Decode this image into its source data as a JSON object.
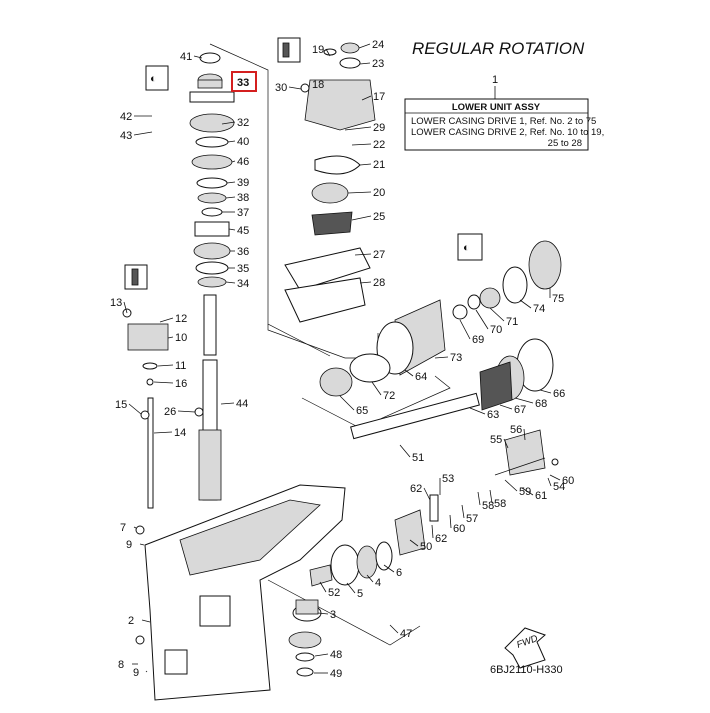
{
  "diagram": {
    "title": "REGULAR ROTATION",
    "assembly_ref": "1",
    "table": {
      "header": "LOWER UNIT ASSY",
      "rows": [
        "LOWER CASING DRIVE 1,  Ref. No. 2 to 75",
        "LOWER CASING DRIVE 2,  Ref. No. 10 to 19,",
        "25 to 28"
      ]
    },
    "fwd_label": "FWD",
    "drawing_code": "6BJ2110-H330",
    "highlighted_part": "33",
    "highlight_color": "#d41f1f",
    "part_labels": [
      {
        "id": "41",
        "text": "41"
      },
      {
        "id": "33",
        "text": "33"
      },
      {
        "id": "42",
        "text": "42"
      },
      {
        "id": "43",
        "text": "43"
      },
      {
        "id": "32",
        "text": "32"
      },
      {
        "id": "40",
        "text": "40"
      },
      {
        "id": "46",
        "text": "46"
      },
      {
        "id": "39",
        "text": "39"
      },
      {
        "id": "38",
        "text": "38"
      },
      {
        "id": "37",
        "text": "37"
      },
      {
        "id": "45",
        "text": "45"
      },
      {
        "id": "36",
        "text": "36"
      },
      {
        "id": "35",
        "text": "35"
      },
      {
        "id": "34",
        "text": "34"
      },
      {
        "id": "13",
        "text": "13"
      },
      {
        "id": "12",
        "text": "12"
      },
      {
        "id": "10",
        "text": "10"
      },
      {
        "id": "11",
        "text": "11"
      },
      {
        "id": "16",
        "text": "16"
      },
      {
        "id": "15",
        "text": "15"
      },
      {
        "id": "26",
        "text": "26"
      },
      {
        "id": "44",
        "text": "44"
      },
      {
        "id": "14",
        "text": "14"
      },
      {
        "id": "7",
        "text": "7"
      },
      {
        "id": "9a",
        "text": "9"
      },
      {
        "id": "2",
        "text": "2"
      },
      {
        "id": "8",
        "text": "8"
      },
      {
        "id": "9b",
        "text": "9"
      },
      {
        "id": "19",
        "text": "19"
      },
      {
        "id": "24",
        "text": "24"
      },
      {
        "id": "18",
        "text": "18"
      },
      {
        "id": "23",
        "text": "23"
      },
      {
        "id": "30",
        "text": "30"
      },
      {
        "id": "17",
        "text": "17"
      },
      {
        "id": "29",
        "text": "29"
      },
      {
        "id": "22",
        "text": "22"
      },
      {
        "id": "21",
        "text": "21"
      },
      {
        "id": "20",
        "text": "20"
      },
      {
        "id": "25",
        "text": "25"
      },
      {
        "id": "27",
        "text": "27"
      },
      {
        "id": "28",
        "text": "28"
      },
      {
        "id": "75",
        "text": "75"
      },
      {
        "id": "74",
        "text": "74"
      },
      {
        "id": "71",
        "text": "71"
      },
      {
        "id": "70",
        "text": "70"
      },
      {
        "id": "69",
        "text": "69"
      },
      {
        "id": "73",
        "text": "73"
      },
      {
        "id": "64",
        "text": "64"
      },
      {
        "id": "72",
        "text": "72"
      },
      {
        "id": "65",
        "text": "65"
      },
      {
        "id": "66",
        "text": "66"
      },
      {
        "id": "68",
        "text": "68"
      },
      {
        "id": "67",
        "text": "67"
      },
      {
        "id": "63",
        "text": "63"
      },
      {
        "id": "51",
        "text": "51"
      },
      {
        "id": "56",
        "text": "56"
      },
      {
        "id": "55",
        "text": "55"
      },
      {
        "id": "60",
        "text": "60"
      },
      {
        "id": "54",
        "text": "54"
      },
      {
        "id": "59",
        "text": "59"
      },
      {
        "id": "61",
        "text": "61"
      },
      {
        "id": "53",
        "text": "53"
      },
      {
        "id": "62a",
        "text": "62"
      },
      {
        "id": "58a",
        "text": "58"
      },
      {
        "id": "58b",
        "text": "58"
      },
      {
        "id": "57",
        "text": "57"
      },
      {
        "id": "60b",
        "text": "60"
      },
      {
        "id": "62b",
        "text": "62"
      },
      {
        "id": "50",
        "text": "50"
      },
      {
        "id": "6",
        "text": "6"
      },
      {
        "id": "4",
        "text": "4"
      },
      {
        "id": "5",
        "text": "5"
      },
      {
        "id": "52",
        "text": "52"
      },
      {
        "id": "3",
        "text": "3"
      },
      {
        "id": "47",
        "text": "47"
      },
      {
        "id": "48",
        "text": "48"
      },
      {
        "id": "49",
        "text": "49"
      }
    ]
  }
}
